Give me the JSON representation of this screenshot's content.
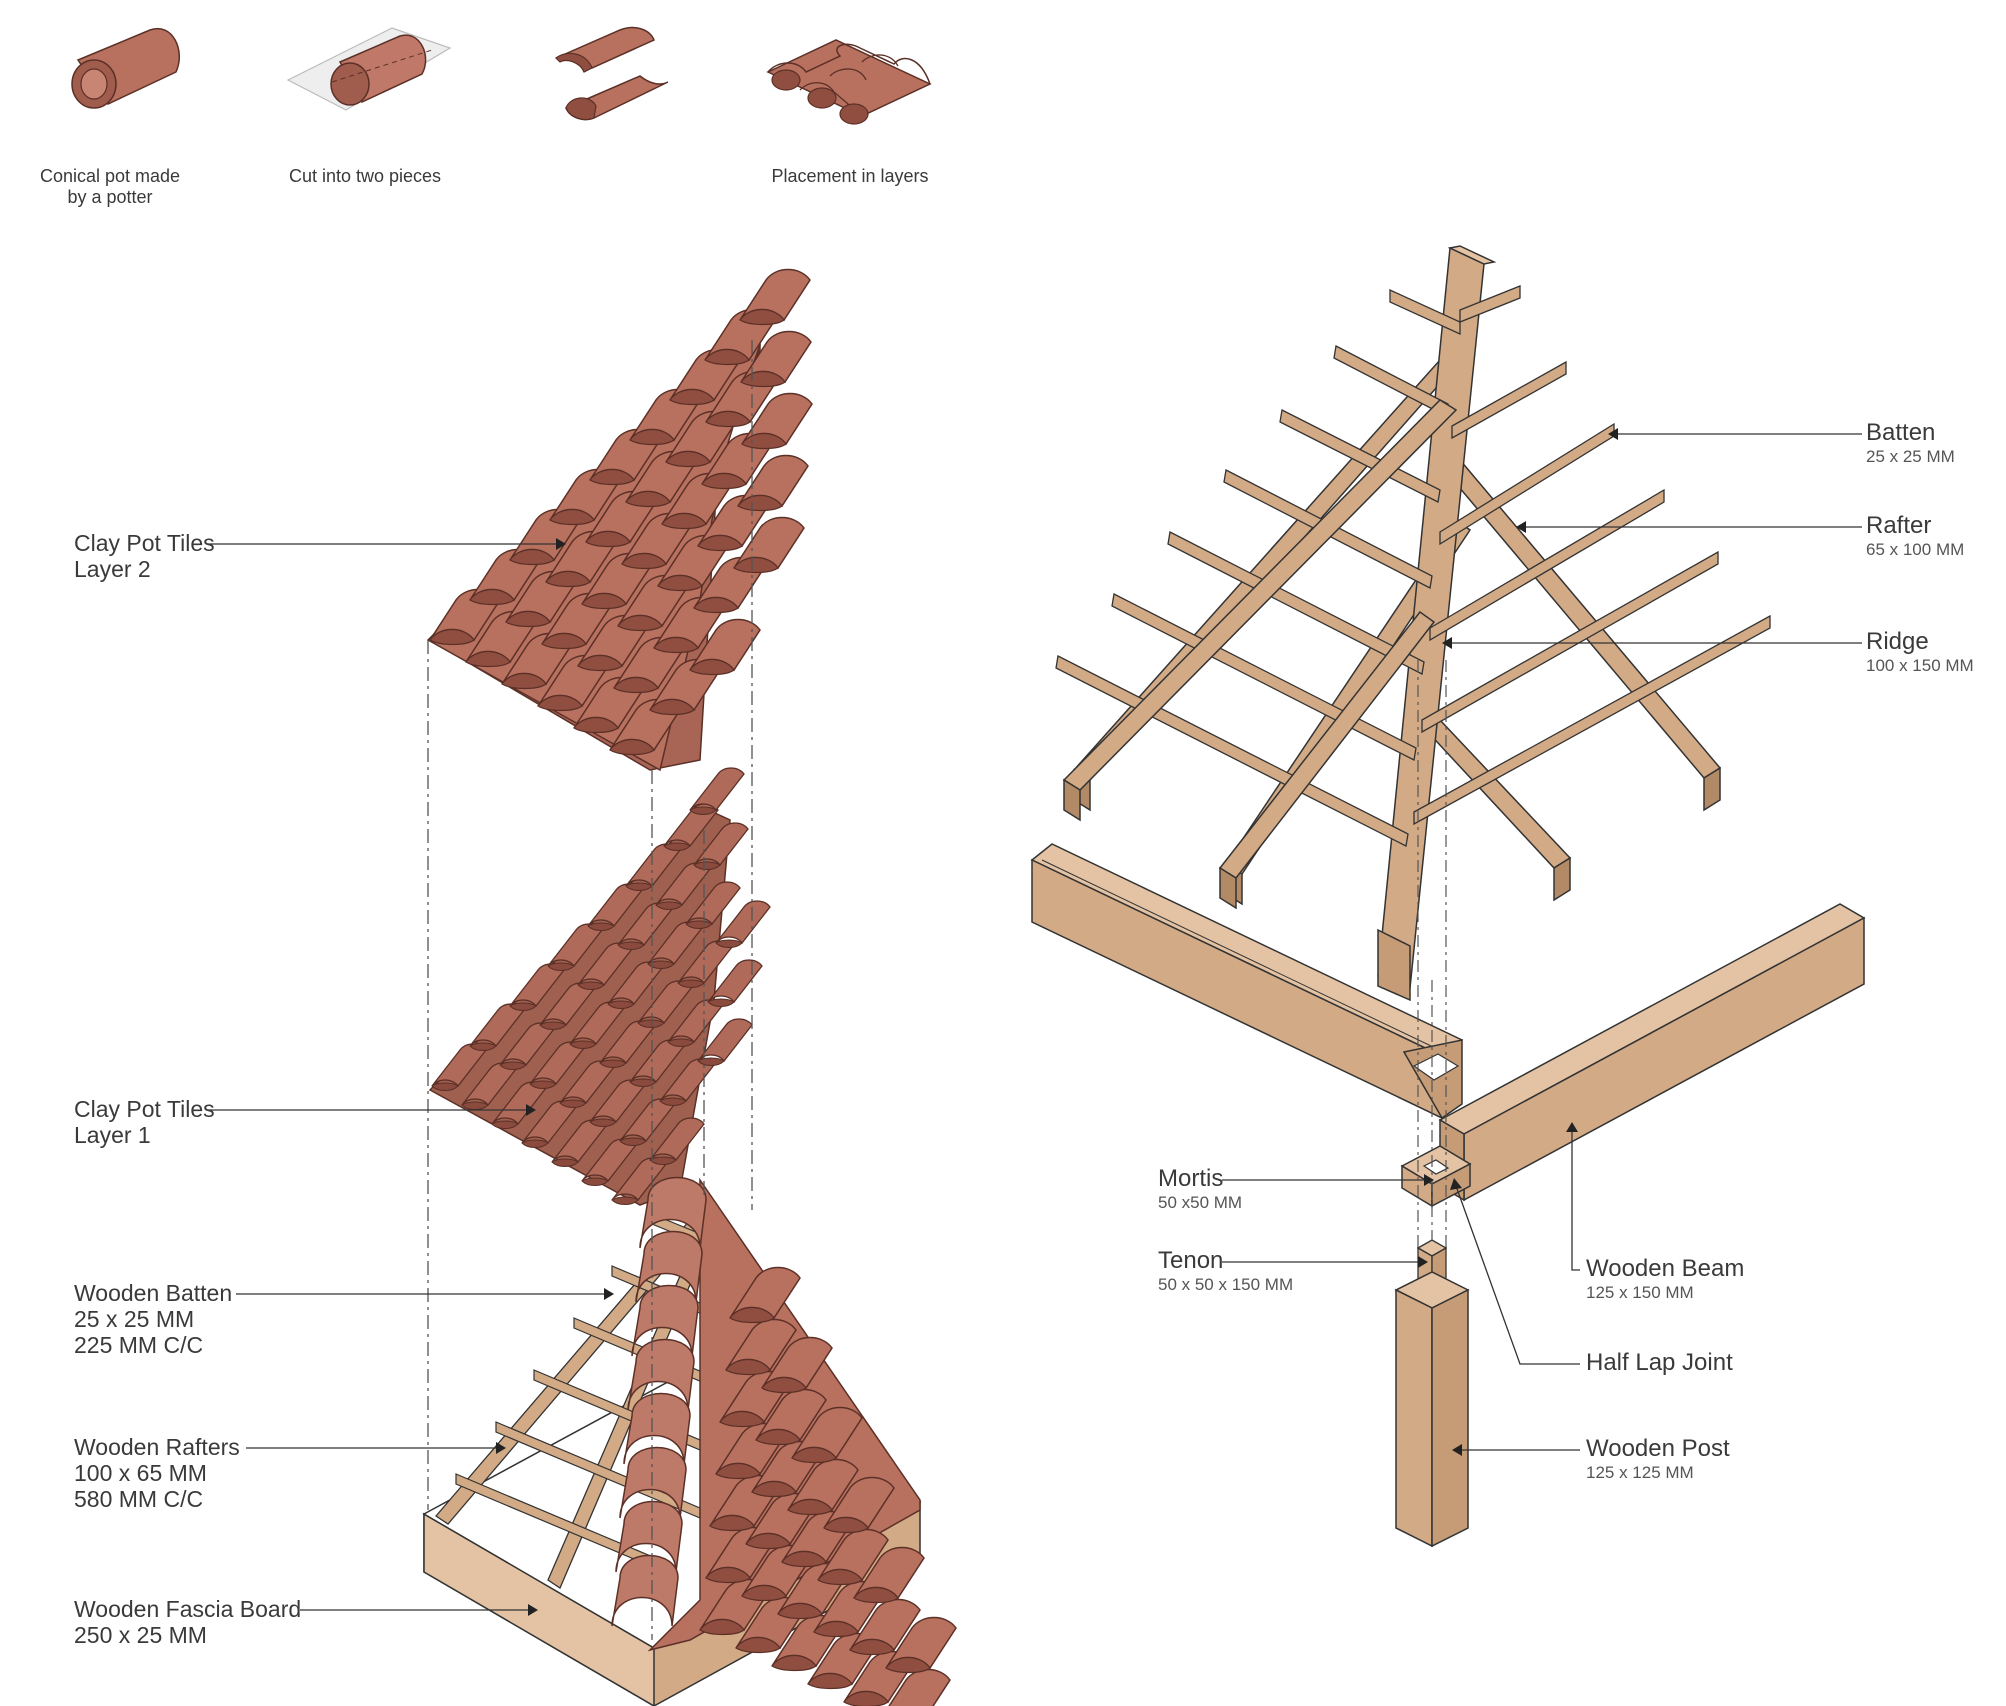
{
  "process_steps": [
    {
      "line1": "Conical pot made",
      "line2": "by a potter"
    },
    {
      "line1": "Cut into two pieces",
      "line2": ""
    },
    {
      "line1": "",
      "line2": ""
    },
    {
      "line1": "Placement in layers",
      "line2": ""
    }
  ],
  "left_labels": [
    {
      "title": "Clay Pot Tiles",
      "lines": [
        "Layer 2"
      ]
    },
    {
      "title": "Clay Pot Tiles",
      "lines": [
        "Layer 1"
      ]
    },
    {
      "title": "Wooden Batten",
      "lines": [
        "25 x 25 MM",
        "225 MM C/C"
      ]
    },
    {
      "title": "Wooden Rafters",
      "lines": [
        "100 x 65 MM",
        "580 MM C/C"
      ]
    },
    {
      "title": "Wooden Fascia Board",
      "lines": [
        "250 x 25 MM"
      ]
    }
  ],
  "right_labels": [
    {
      "title": "Batten",
      "sub": "25 x 25 MM"
    },
    {
      "title": "Rafter",
      "sub": "65 x 100 MM"
    },
    {
      "title": "Ridge",
      "sub": "100 x 150 MM"
    },
    {
      "title": "Wooden Beam",
      "sub": "125 x 150 MM"
    },
    {
      "title": "Half Lap Joint",
      "sub": ""
    },
    {
      "title": "Wooden Post",
      "sub": "125 x 125 MM"
    }
  ],
  "joint_labels": [
    {
      "title": "Mortis",
      "sub": "50 x50 MM"
    },
    {
      "title": "Tenon",
      "sub": "50 x 50 x 150 MM"
    }
  ],
  "colors": {
    "clay": "#b8705f",
    "clay_dark": "#8f4e40",
    "clay_light": "#cf8a78",
    "wood": "#d2aa86",
    "wood_dark": "#b38a66",
    "wood_light": "#e3c3a3",
    "line": "#333333"
  }
}
